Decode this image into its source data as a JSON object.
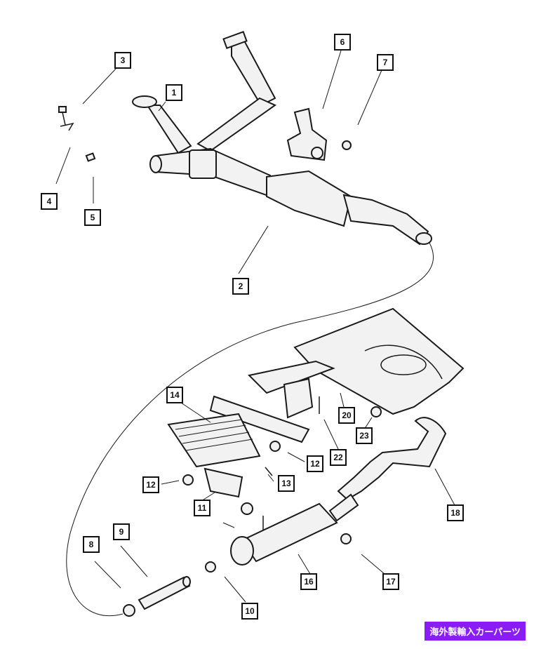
{
  "callouts": {
    "c1": "1",
    "c2": "2",
    "c3": "3",
    "c4": "4",
    "c5": "5",
    "c6": "6",
    "c7": "7",
    "c8": "8",
    "c9": "9",
    "c10": "10",
    "c11": "11",
    "c12a": "12",
    "c12b": "12",
    "c13": "13",
    "c14": "14",
    "c16": "16",
    "c17": "17",
    "c18": "18",
    "c20": "20",
    "c22": "22",
    "c23": "23"
  },
  "badge": "海外製輸入カーパーツ",
  "colors": {
    "badge_bg": "#8a1cf5",
    "line": "#1a1a1a",
    "part_fill": "#f2f2f2"
  }
}
